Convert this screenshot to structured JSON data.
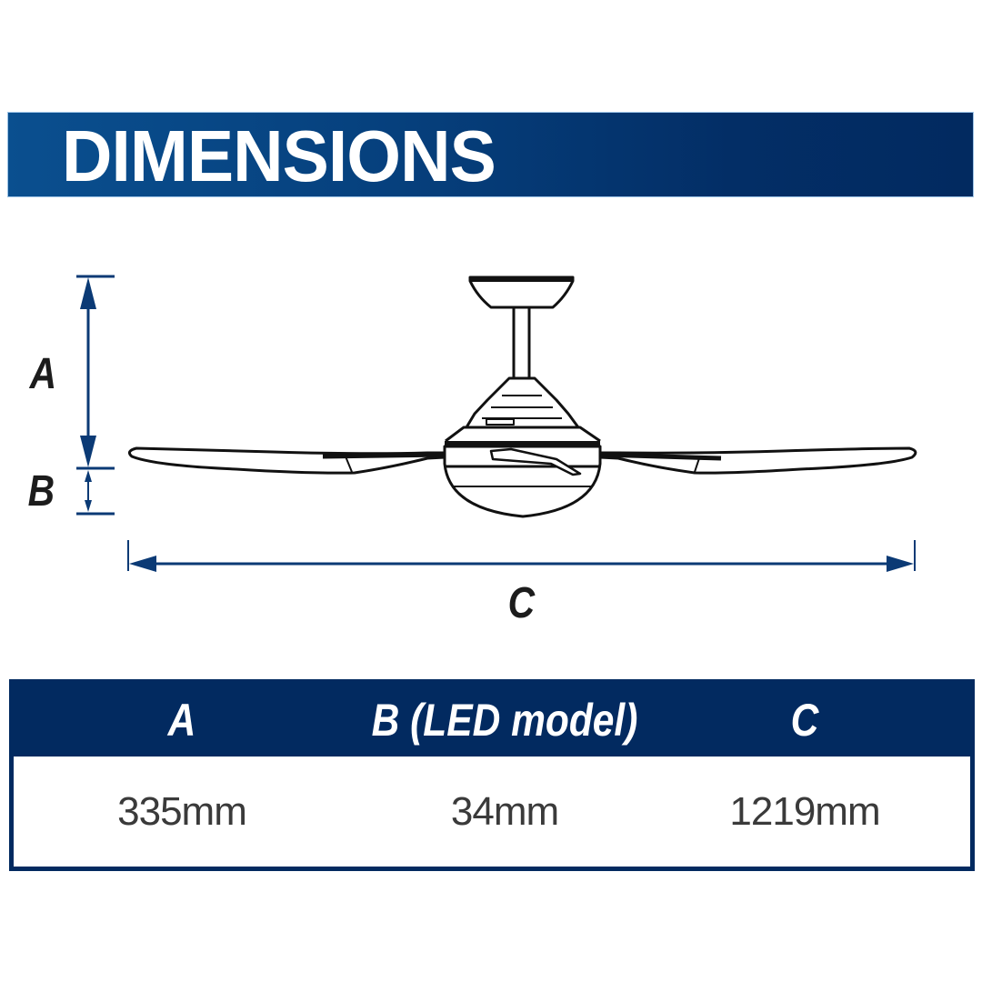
{
  "banner": {
    "title": "DIMENSIONS",
    "color_start": "#0a4f8f",
    "color_end": "#022a60"
  },
  "diagram": {
    "subject": "ceiling-fan-side-view",
    "dimension_labels": {
      "a": "A",
      "b": "B",
      "c": "C"
    },
    "dimension_line_color": "#0b3a75",
    "drawing_color": "#111111"
  },
  "table": {
    "header_color": "#022a60",
    "headers": [
      "A",
      "B (LED model)",
      "C"
    ],
    "values": [
      "335mm",
      "34mm",
      "1219mm"
    ]
  }
}
